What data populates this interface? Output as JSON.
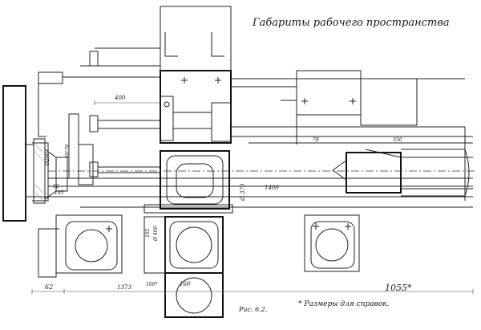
{
  "title": "Габариты рабочего пространства",
  "caption": "Рис. 6.2.",
  "footnote": "* Размеры для справок.",
  "dimensions": {
    "d400": "400",
    "d62": "62",
    "d1373": "1373",
    "d100": "100*",
    "d160": "160",
    "d1055": "1055*",
    "d1400": "1400",
    "d_phi_d": "Ø 370",
    "d78": "78",
    "d356": "356",
    "d12": "12",
    "d145": "145",
    "d102": "102",
    "d_phi200": "Ø200",
    "d_phi170": "Ø170",
    "d_vert": "Ø 400"
  }
}
